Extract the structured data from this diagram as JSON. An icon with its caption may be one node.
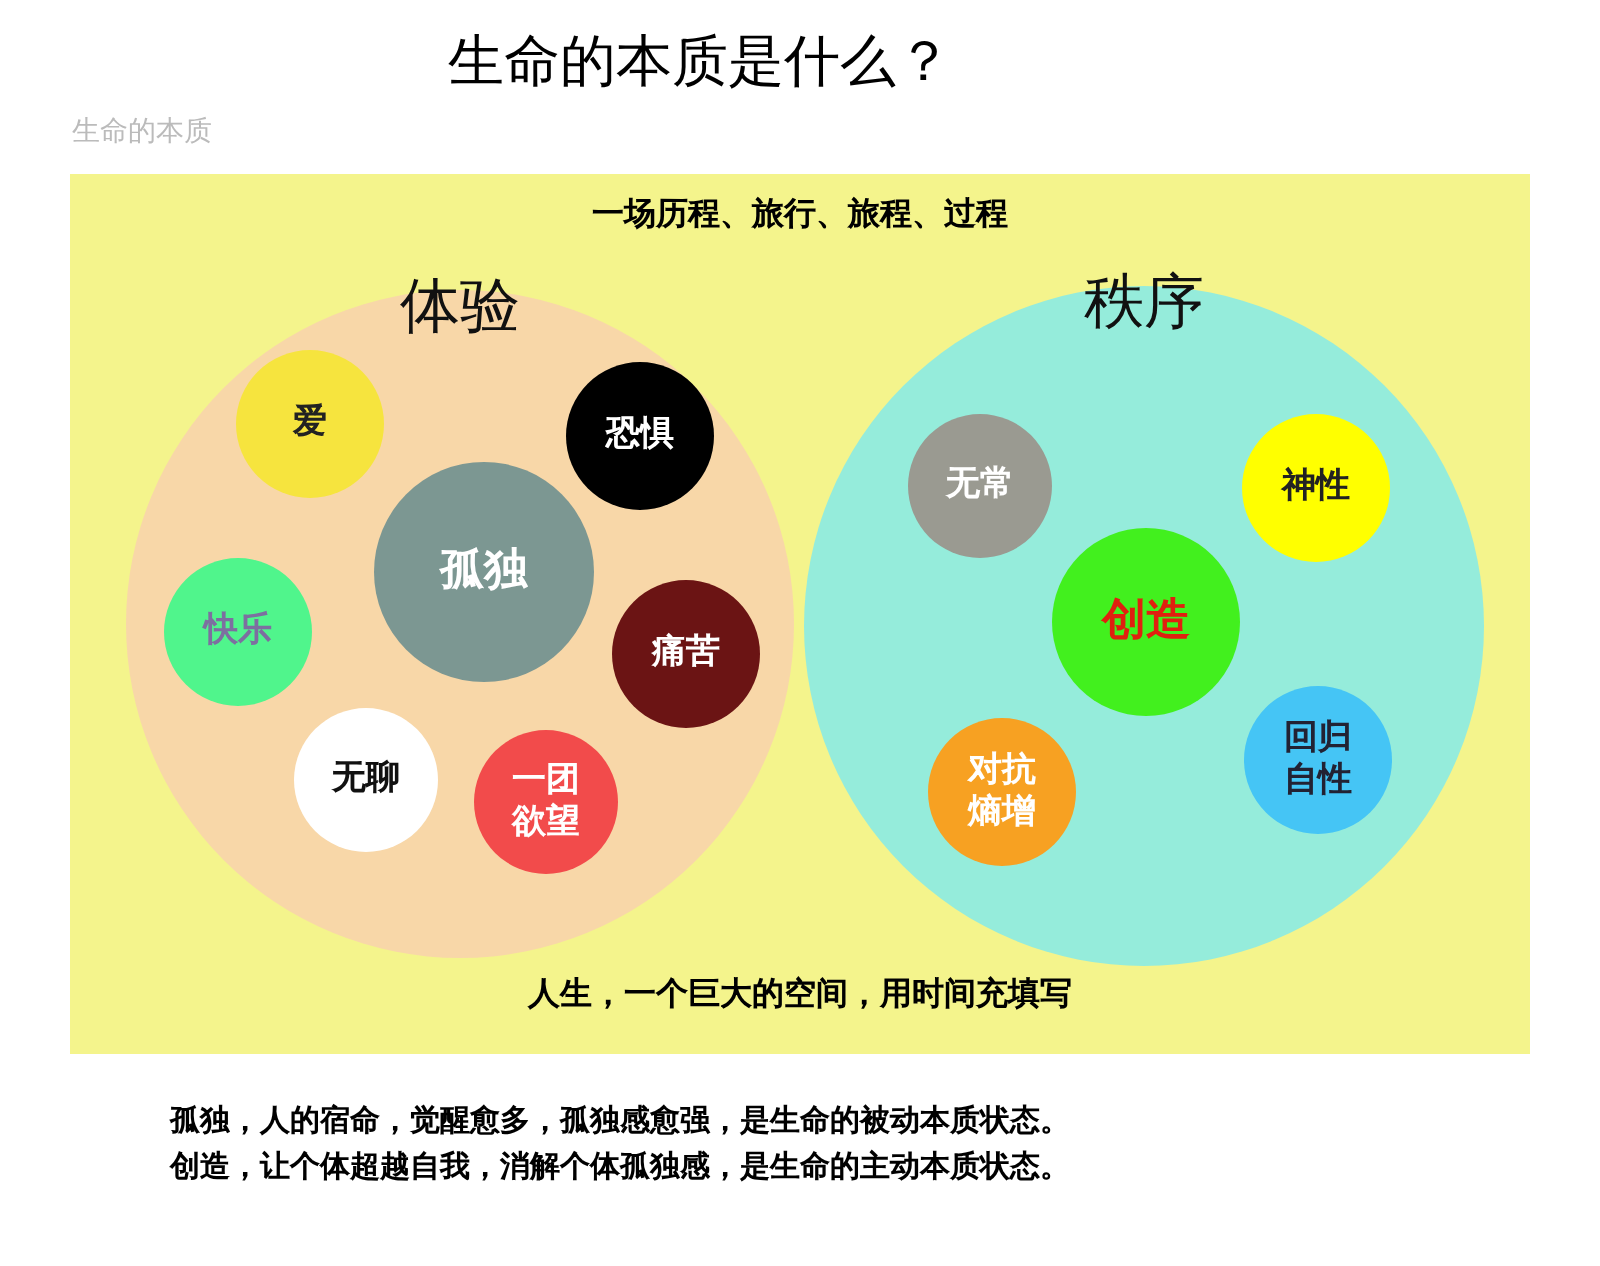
{
  "diagram": {
    "title": "生命的本质是什么？",
    "nodes": [
      {
        "text": [
          "一场历程、旅行、旅程、过程",
          "人生，一个巨大的空间，用时间充填写"
        ]
      },
      {
        "text": [
          "体验"
        ],
        "in": 0
      },
      {
        "text": [
          "爱"
        ],
        "in": 1
      },
      {
        "text": [
          "恐惧"
        ],
        "in": 1
      },
      {
        "text": [
          "孤独"
        ],
        "in": 1
      },
      {
        "text": [
          "快乐"
        ],
        "in": 1
      },
      {
        "text": [
          "痛苦"
        ],
        "in": 1
      },
      {
        "text": [
          "无聊"
        ],
        "in": 1
      },
      {
        "text": [
          "一团欲望"
        ],
        "in": 1
      },
      {
        "text": [
          "秩序"
        ],
        "in": 0
      },
      {
        "text": [
          "无常"
        ],
        "in": 9
      },
      {
        "text": [
          "神性"
        ],
        "in": 9
      },
      {
        "text": [
          "创造"
        ],
        "in": 9
      },
      {
        "text": [
          "对抗熵增"
        ],
        "in": 9
      },
      {
        "text": [
          "回归自性"
        ],
        "in": 9
      }
    ],
    "labels": [
      "生命的本质",
      "孤独，人的宿命，觉醒愈多，孤独感愈强，是生命的被动本质状态。",
      "创造，让个体超越自我，消解个体孤独感，是生命的主动本质状态。"
    ]
  }
}
